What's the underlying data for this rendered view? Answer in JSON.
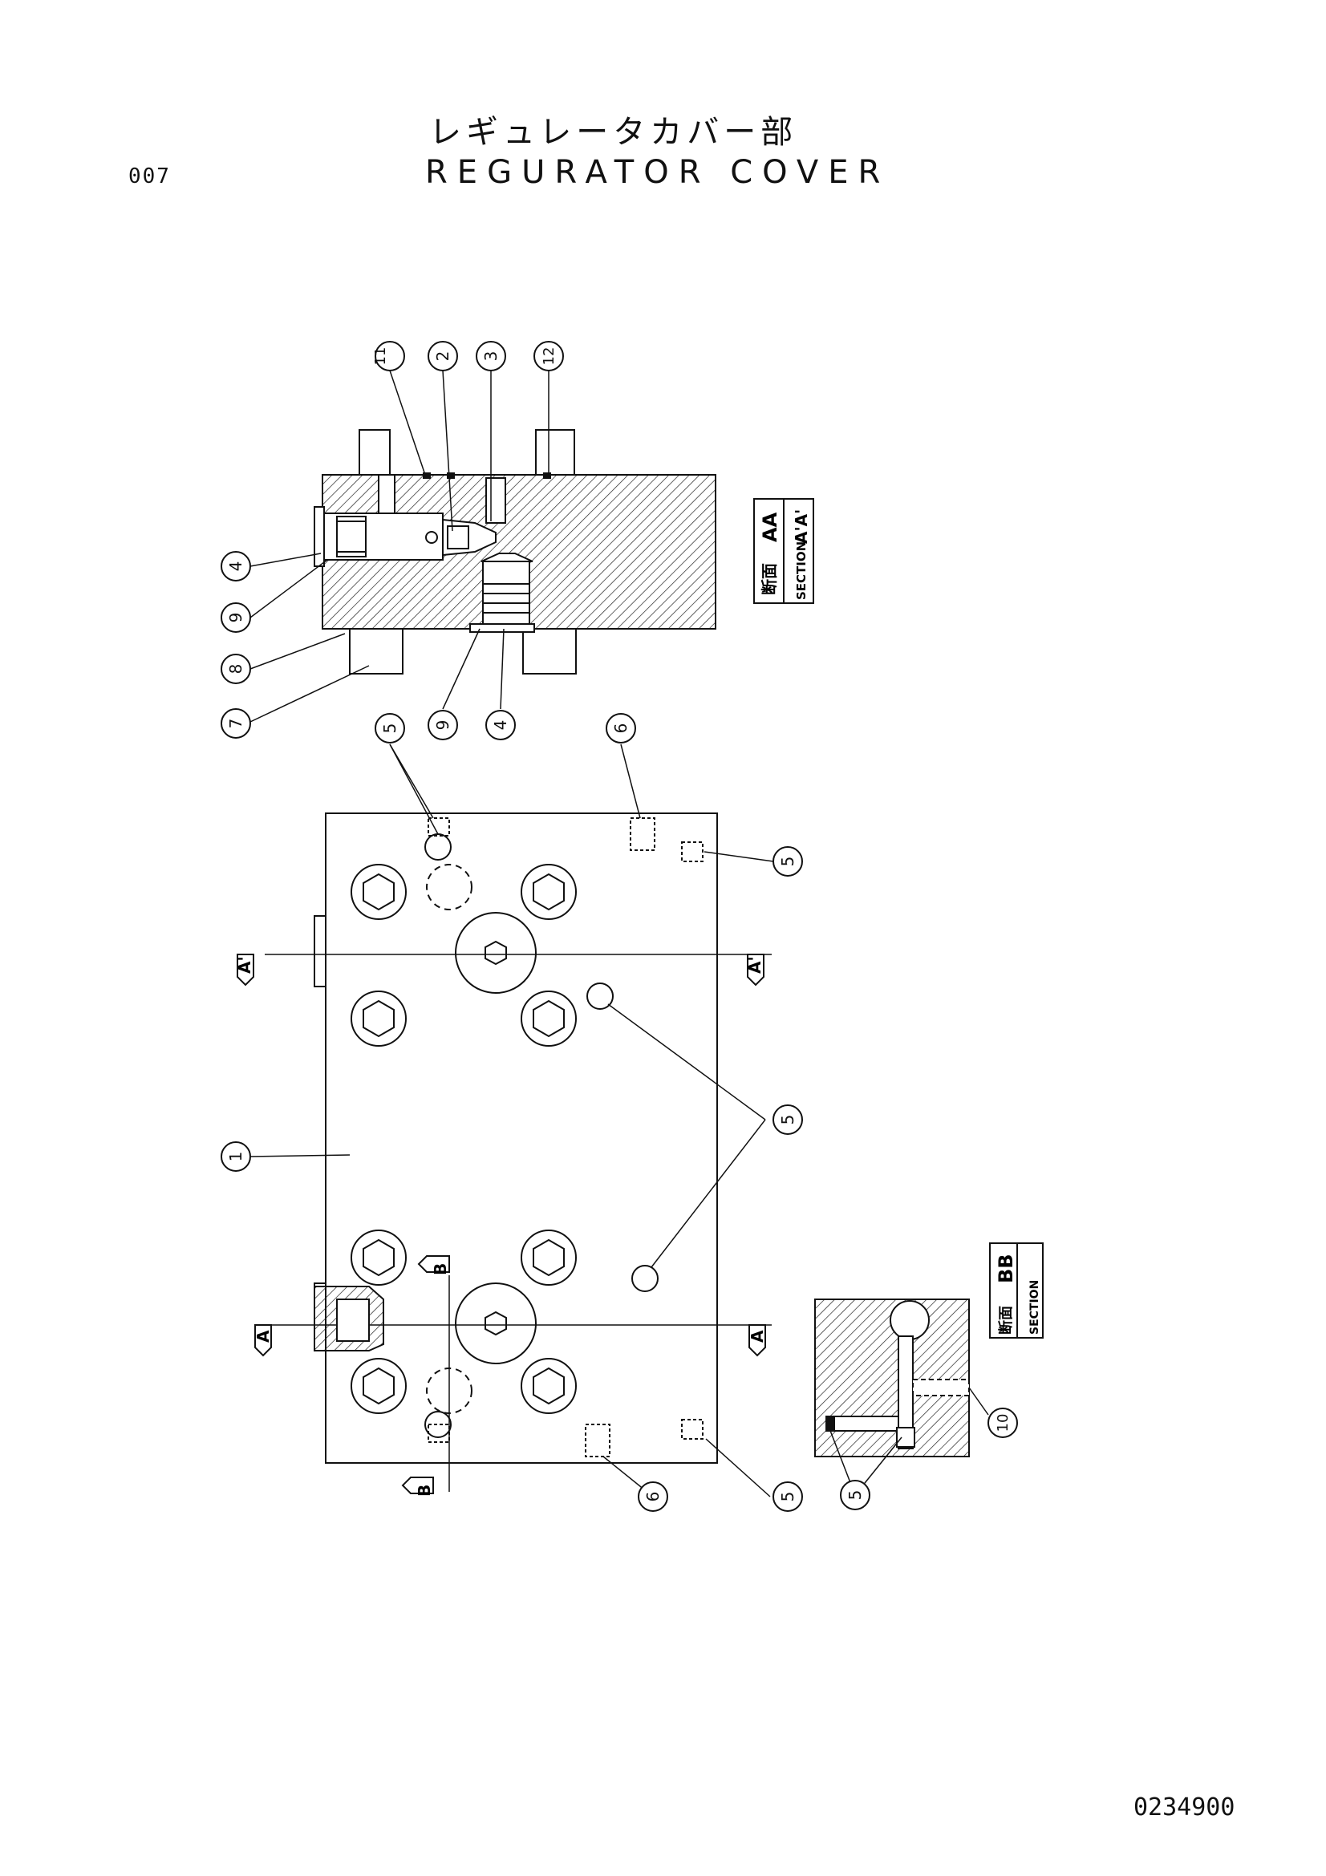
{
  "header": {
    "page_number": "007",
    "title_jp": "レギュレータカバー部",
    "title_en": "REGURATOR COVER"
  },
  "sections": {
    "aa": {
      "jp": "断面",
      "en": "SECTION",
      "letters_top": "AA",
      "letters_bottom": "A'A'"
    },
    "bb": {
      "jp": "断面",
      "en": "SECTION",
      "letters": "BB"
    }
  },
  "markers": {
    "a_prime": "A'",
    "a": "A",
    "b": "B"
  },
  "callouts": {
    "c11": "11",
    "c2": "2",
    "c3": "3",
    "c12": "12",
    "c4_left": "4",
    "c9_left": "9",
    "c8": "8",
    "c7": "7",
    "c9_bottom": "9",
    "c4_bottom": "4",
    "c5_top": "5",
    "c6_top": "6",
    "c5_right_top": "5",
    "c5_mid": "5",
    "c1": "1",
    "c6_bottom": "6",
    "c5_bottom": "5",
    "c10": "10",
    "c5_bb": "5"
  },
  "footer": {
    "doc_code": "0234900"
  }
}
